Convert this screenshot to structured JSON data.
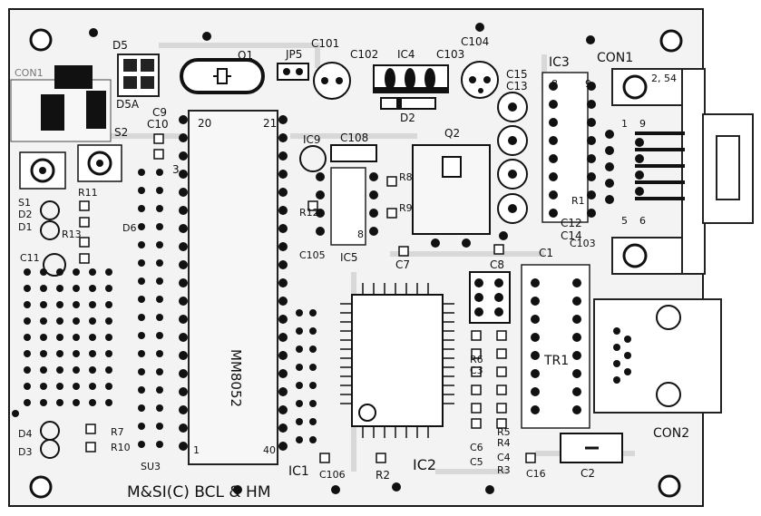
{
  "labels": {
    "D5": "D5",
    "D5A": "D5A",
    "Q1": "Q1",
    "JP5": "JP5",
    "C101": "C101",
    "C102": "C102",
    "IC4": "IC4",
    "C103": "C103",
    "C104": "C104",
    "IC3": "IC3",
    "CON1_top": "CON1",
    "C15": "C15",
    "C13": "C13",
    "CON1_left": "CON1",
    "S2": "S2",
    "C9": "C9",
    "C10": "C10",
    "n20": "20",
    "n21": "21",
    "n3": "3",
    "n1": "1",
    "n40": "40",
    "D2": "D2",
    "Q2": "Q2",
    "IC9": "IC9",
    "C108": "C108",
    "R8": "R8",
    "R9": "R9",
    "R12": "R12",
    "IC5": "IC5",
    "n8": "8",
    "C105": "C105",
    "C7": "C7",
    "C8": "C8",
    "C1": "C1",
    "S1": "S1",
    "D2b": "D2",
    "D1": "D1",
    "R11": "R11",
    "R13": "R13",
    "C11": "C11",
    "D6": "D6",
    "C12": "C12",
    "C14": "C14",
    "C103b": "C103",
    "R1": "R1",
    "n5": "5",
    "n6": "6",
    "n9": "9",
    "n1b": "1",
    "IC1": "IC1",
    "C106": "C106",
    "R2": "R2",
    "IC2": "IC2",
    "R5": "R5",
    "R4": "R4",
    "C5": "C5",
    "C4": "C4",
    "R3": "R3",
    "C6": "C6",
    "R6": "R6",
    "C3": "C3",
    "C16": "C16",
    "C2": "C2",
    "TR1": "TR1",
    "CON2": "CON2",
    "D4": "D4",
    "D3": "D3",
    "R7": "R7",
    "R10": "R10",
    "SU3": "SU3",
    "chip": "MM8052",
    "credit": "M&SI(C) BCL & HM",
    "n254": "2, 54",
    "n8b": "8",
    "n9b": "9"
  }
}
